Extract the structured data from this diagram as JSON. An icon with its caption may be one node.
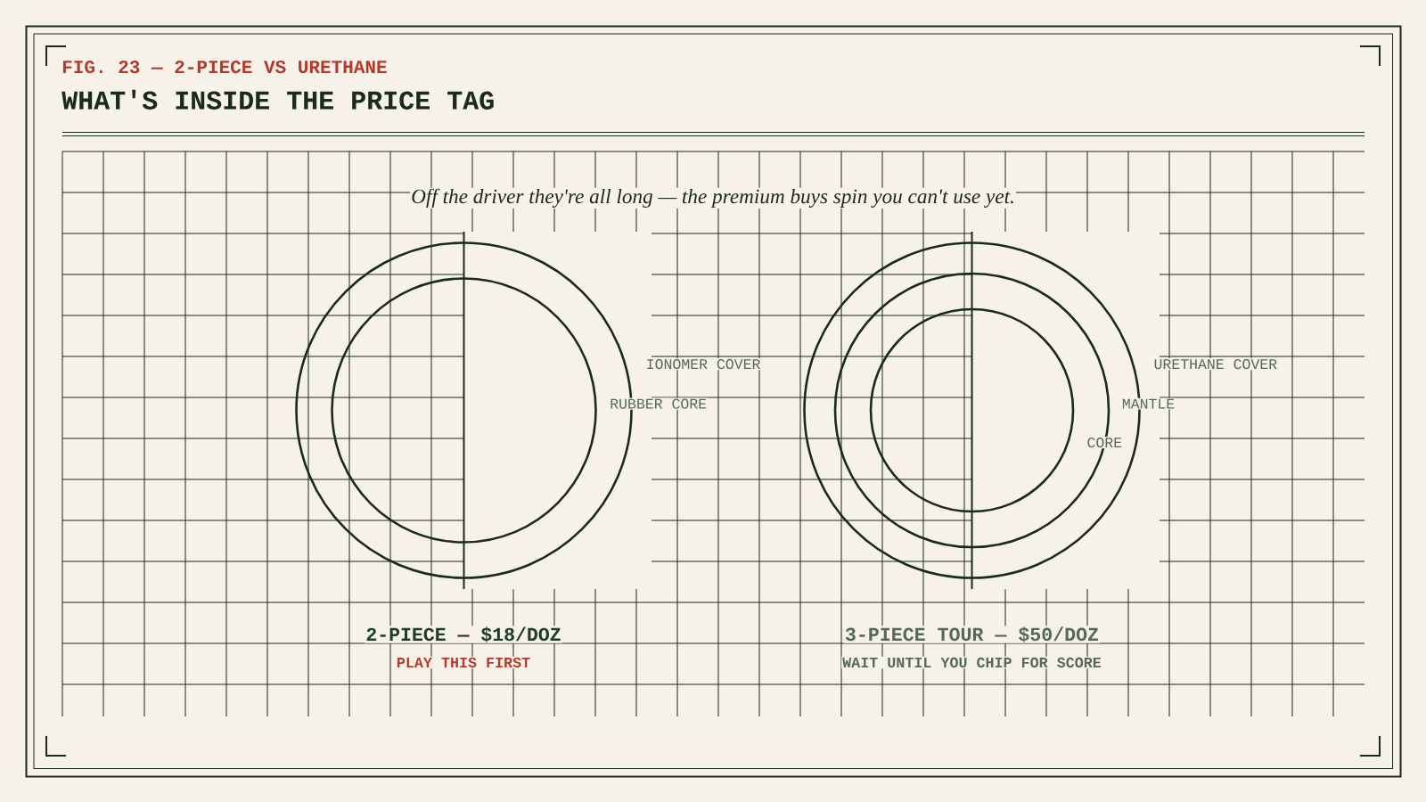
{
  "diagram": {
    "title": "WHAT'S INSIDE THE PRICE TAG",
    "labels": [
      "FIG. 23 — 2-PIECE VS URETHANE",
      "Off the driver they're all long — the premium buys spin you can't use yet.",
      "IONOMER COVER",
      "RUBBER CORE",
      "URETHANE COVER",
      "MANTLE",
      "CORE",
      "2-PIECE — $18/DOZ",
      "PLAY THIS FIRST",
      "3-PIECE TOUR — $50/DOZ",
      "WAIT UNTIL YOU CHIP FOR SCORE"
    ]
  }
}
